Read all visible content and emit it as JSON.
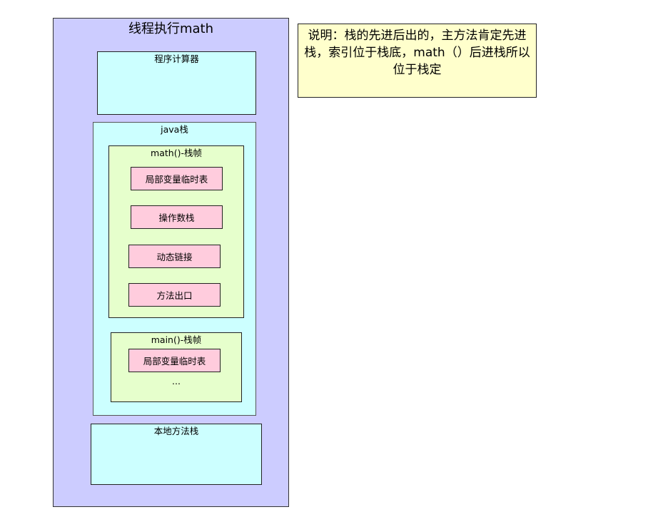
{
  "thread": {
    "title": "线程执行math"
  },
  "program_counter": {
    "label": "程序计算器"
  },
  "java_stack": {
    "label": "java栈",
    "frames": [
      {
        "label": "math()-栈帧",
        "items": [
          "局部变量临时表",
          "操作数栈",
          "动态链接",
          "方法出口"
        ]
      },
      {
        "label": "main()-栈帧",
        "items": [
          "局部变量临时表"
        ],
        "more": "..."
      }
    ]
  },
  "native_stack": {
    "label": "本地方法栈"
  },
  "note": {
    "text": "说明：栈的先进后出的，主方法肯定先进栈，索引位于栈底，math（）后进栈所以位于栈定"
  },
  "colors": {
    "thread_bg": "#ccccff",
    "memory_bg": "#ccffff",
    "frame_bg": "#e6ffcc",
    "item_bg": "#ffccdd",
    "note_bg": "#ffffcc"
  }
}
